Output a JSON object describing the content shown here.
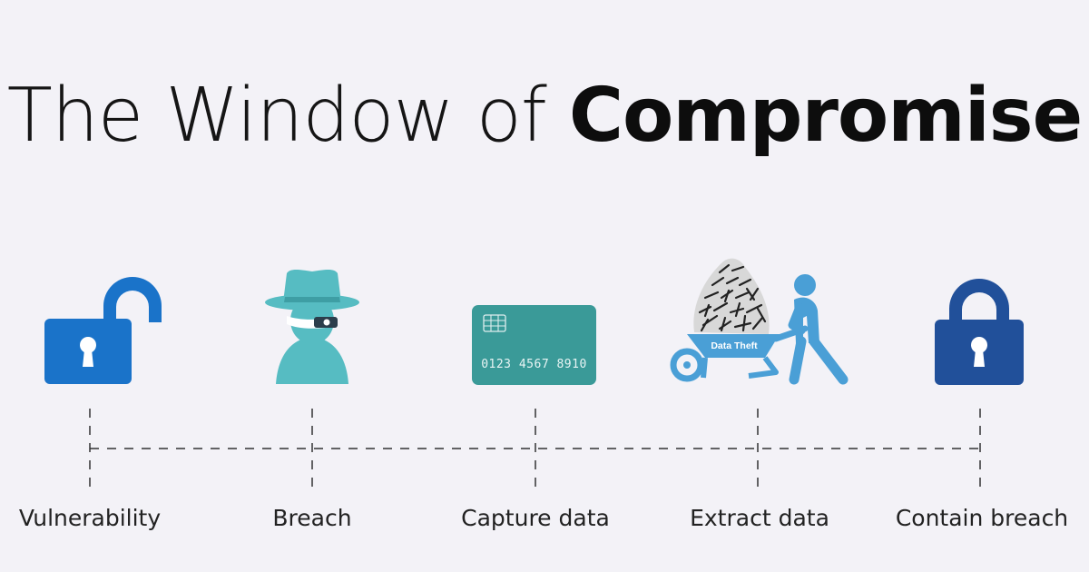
{
  "title": {
    "light_part": "The Window of",
    "bold_part": "Compromise"
  },
  "colors": {
    "background": "#f3f2f7",
    "vulnerability_blue": "#1a73c9",
    "breach_teal": "#56bcc2",
    "card_teal": "#3a9a98",
    "theft_blue": "#4a9fd6",
    "lock_navy": "#21509a"
  },
  "steps": [
    {
      "label": "Vulnerability",
      "icon": "unlocked-padlock-icon"
    },
    {
      "label": "Breach",
      "icon": "spy-hat-icon"
    },
    {
      "label": "Capture data",
      "icon": "credit-card-icon"
    },
    {
      "label": "Extract data",
      "icon": "wheelbarrow-thief-icon"
    },
    {
      "label": "Contain breach",
      "icon": "locked-padlock-icon"
    }
  ],
  "card": {
    "number": "0123 4567 8910"
  },
  "wheelbarrow": {
    "text": "Data Theft"
  }
}
